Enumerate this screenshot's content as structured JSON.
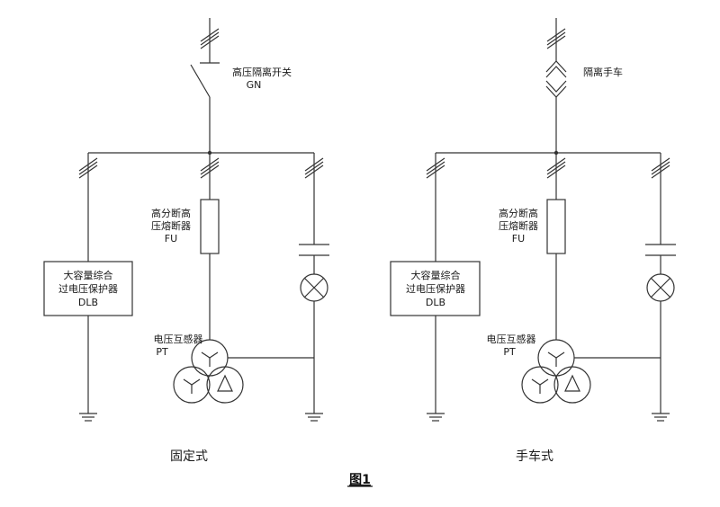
{
  "left": {
    "switch_label": "高压隔离开关",
    "switch_code": "GN",
    "fuse_label_1": "高分断高",
    "fuse_label_2": "压熔断器",
    "fuse_code": "FU",
    "protector_label_1": "大容量综合",
    "protector_label_2": "过电压保护器",
    "protector_code": "DLB",
    "pt_label": "电压互感器",
    "pt_code": "PT",
    "caption": "固定式"
  },
  "right": {
    "cart_label": "隔离手车",
    "fuse_label_1": "高分断高",
    "fuse_label_2": "压熔断器",
    "fuse_code": "FU",
    "protector_label_1": "大容量综合",
    "protector_label_2": "过电压保护器",
    "protector_code": "DLB",
    "pt_label": "电压互感器",
    "pt_code": "PT",
    "caption": "手车式"
  },
  "figure_title": "图1",
  "colors": {
    "line": "#333333",
    "text": "#1a1a1a"
  }
}
